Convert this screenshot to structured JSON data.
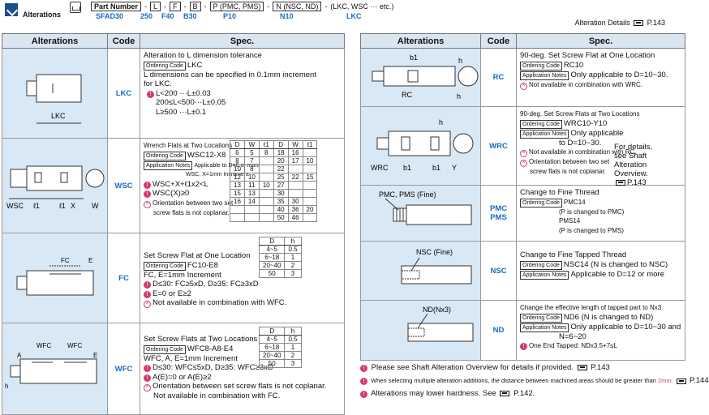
{
  "header": {
    "title": "Alterations",
    "part_number_label": "Part Number",
    "part_number_parts": [
      "L",
      "F",
      "B",
      "P (PMC, PMS)",
      "N (NSC, ND)",
      "(LKC, WSC ··· etc.)"
    ],
    "example_parts": [
      "SFAD30",
      "250",
      "F40",
      "B30",
      "P10",
      "N10",
      "LKC"
    ],
    "alteration_details": "Alteration Details",
    "alteration_details_page": "P.143"
  },
  "columns": {
    "alterations": "Alterations",
    "code": "Code",
    "spec": "Spec."
  },
  "left_rows": [
    {
      "code": "LKC",
      "dim_label": "LKC",
      "lines": [
        "Alteration to L dimension tolerance",
        "LKC",
        "L dimensions can be specified in 0.1mm increment",
        "for LKC.",
        "L<200          ···L±0.03",
        "200≤L<500···L±0.05",
        "L≥500          ···L±0.1"
      ],
      "ordering_code_label": "Ordering Code"
    },
    {
      "code": "WSC",
      "dim_labels": [
        "WSC",
        "ℓ1",
        "ℓ1",
        "X",
        "W"
      ],
      "lines": [
        "Wrench Flats at Two Locations",
        "WSC12-X8",
        "Applicable to D=6 or more",
        "WSC, X=1mm Increment",
        "WSC+X+ℓ1x2<L",
        "WSC(X)≥0",
        "Orientation between two set",
        "screw flats is not coplanar."
      ],
      "ordering_code_label": "Ordering Code",
      "application_label": "Application Notes",
      "table": {
        "headers": [
          "D",
          "W",
          "ℓ1",
          "D",
          "W",
          "ℓ1"
        ],
        "rows": [
          [
            "6",
            "5",
            "8",
            "18",
            "16",
            ""
          ],
          [
            "8",
            "7",
            "",
            "20",
            "17",
            "10"
          ],
          [
            "10",
            "8",
            "",
            "22",
            "",
            ""
          ],
          [
            "12",
            "10",
            "",
            "25",
            "22",
            "15"
          ],
          [
            "13",
            "11",
            "10",
            "27",
            "",
            ""
          ],
          [
            "15",
            "13",
            "",
            "30",
            "",
            ""
          ],
          [
            "16",
            "14",
            "",
            "35",
            "30",
            ""
          ],
          [
            "",
            "",
            "",
            "40",
            "36",
            "20"
          ],
          [
            "",
            "",
            "",
            "50",
            "46",
            ""
          ]
        ]
      }
    },
    {
      "code": "FC",
      "dim_labels": [
        "FC",
        "E"
      ],
      "lines": [
        "Set Screw Flat at One Location",
        "FC10-E8",
        "FC, E=1mm Increment",
        "D≤30: FC≥5xD, D≥35: FC≥3xD",
        "E=0 or E≥2",
        "Not available in combination with WFC."
      ],
      "ordering_code_label": "Ordering Code",
      "table": {
        "headers": [
          "D",
          "h"
        ],
        "rows": [
          [
            "4~5",
            "0.5"
          ],
          [
            "6~18",
            "1"
          ],
          [
            "20~40",
            "2"
          ],
          [
            "50",
            "3"
          ]
        ]
      }
    },
    {
      "code": "WFC",
      "dim_labels": [
        "WFC",
        "WFC",
        "A",
        "E",
        "h"
      ],
      "lines": [
        "Set Screw Flats at Two Locations",
        "WFC8-A8-E4",
        "WFC, A, E=1mm Increment",
        "D≤30: WFC≤5xD, D≥35: WFC≥3xD",
        "A(E)=0 or A(E)≥2",
        "Orientation between set screw flats is not coplanar.",
        "Not available in combination with FC."
      ],
      "ordering_code_label": "Ordering Code",
      "table": {
        "headers": [
          "D",
          "h"
        ],
        "rows": [
          [
            "4~5",
            "0.5"
          ],
          [
            "6~18",
            "1"
          ],
          [
            "20~40",
            "2"
          ],
          [
            "50",
            "3"
          ]
        ]
      }
    }
  ],
  "right_rows": [
    {
      "code": "RC",
      "dim_labels": [
        "b1",
        "h",
        "RC",
        "h"
      ],
      "lines": [
        "90-deg. Set Screw Flat at One Location",
        "RC10",
        "Only applicable to D=10~30.",
        "Not available in combination with WRC."
      ],
      "ordering_code_label": "Ordering Code",
      "application_label": "Application Notes"
    },
    {
      "code": "WRC",
      "dim_labels": [
        "h",
        "WRC",
        "b1",
        "b1",
        "Y"
      ],
      "lines": [
        "90-deg. Set Screw Flats at Two Locations",
        "WRC10-Y10",
        "Only applicable",
        "to D=10~30.",
        "Not available in combination with RC.",
        "Orientation between two set",
        "screw flats is not coplanar."
      ],
      "side_note": [
        "For details,",
        "see Shaft",
        "Alteration",
        "Overview.",
        "P.143"
      ],
      "ordering_code_label": "Ordering Code",
      "application_label": "Application Notes"
    },
    {
      "code": "PMC\nPMS",
      "code_lines": [
        "PMC",
        "PMS"
      ],
      "dim_label": "PMC, PMS (Fine)",
      "lines": [
        "Change to Fine Thread",
        "PMC14",
        "(P is changed to PMC)",
        "PMS14",
        "(P is changed to PMS)"
      ],
      "ordering_code_label": "Ordering Code"
    },
    {
      "code": "NSC",
      "dim_label": "NSC (Fine)",
      "lines": [
        "Change to Fine Tapped Thread",
        "NSC14 (N is changed to NSC)",
        "Applicable to D=12 or more"
      ],
      "ordering_code_label": "Ordering Code",
      "application_label": "Application Notes"
    },
    {
      "code": "ND",
      "dim_label": "ND(Nx3)",
      "lines": [
        "Change the effective length of tapped part to Nx3.",
        "ND6 (N is changed to ND)",
        "Only applicable to D=10~30 and",
        "N=6~20",
        "One End Tapped: NDx3.5+7≤L"
      ],
      "ordering_code_label": "Ordering Code",
      "application_label": "Application Notes"
    }
  ],
  "notes": [
    {
      "text": "Please see Shaft Alteration Overview for details if provided.",
      "page": "P.143"
    },
    {
      "text": "When selecting multiple alteration additions, the distance between machined areas should be greater than",
      "highlight": "2mm.",
      "page": "P.144"
    },
    {
      "text": "Alterations may lower hardness. See",
      "page": "P.142."
    }
  ],
  "colors": {
    "accent": "#1a6bbf",
    "header_bg": "#d9e5f1",
    "pic_bg": "#d8e8f5",
    "mark": "#d23b6c"
  }
}
